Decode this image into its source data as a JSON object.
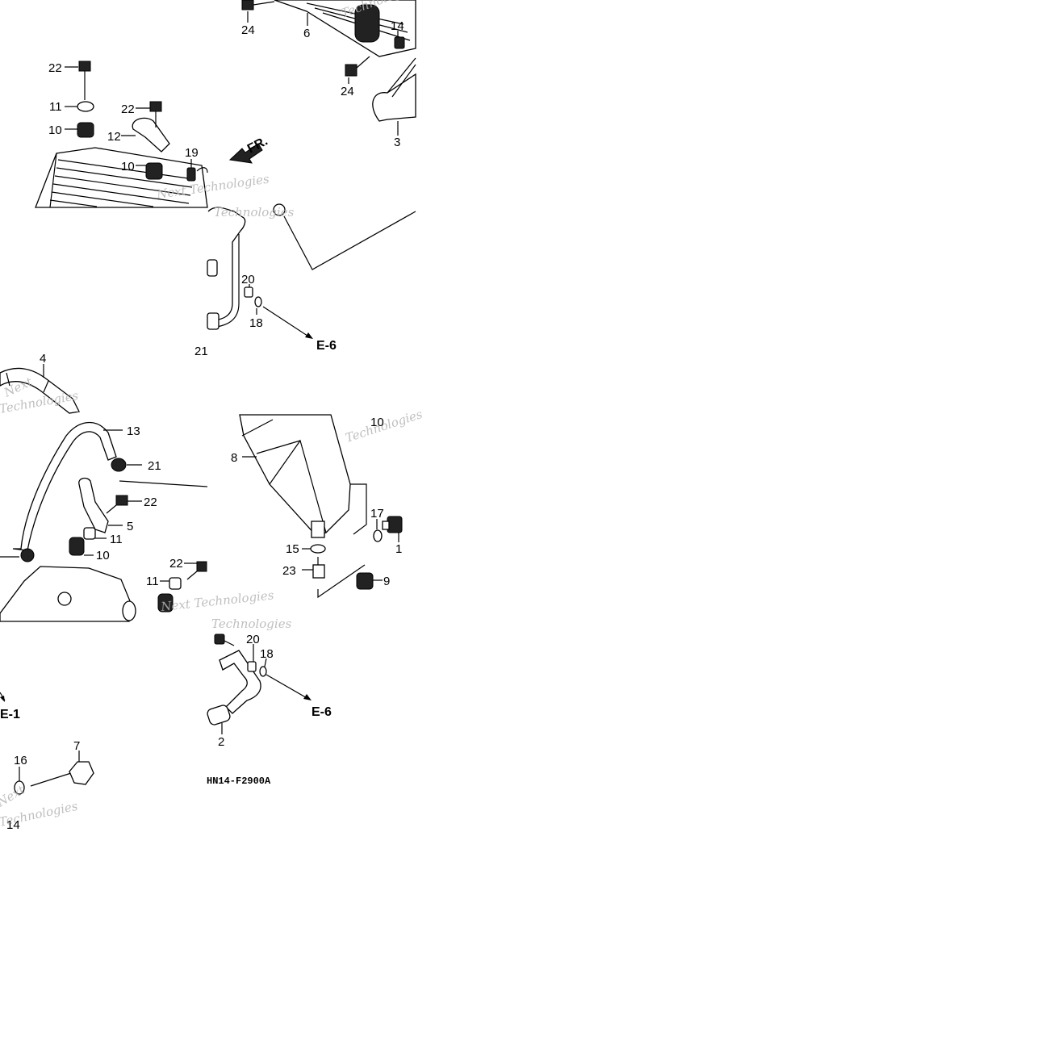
{
  "diagram": {
    "drawing_code": "HN14-F2900A",
    "watermark": {
      "line1": "Next",
      "line2": "Technologies",
      "full": "Next Technologies"
    },
    "direction_arrow_label": "FR.",
    "references": {
      "e6": "E-6",
      "e1": "E-1"
    },
    "callouts": {
      "n1": "1",
      "n2": "2",
      "n3": "3",
      "n4": "4",
      "n5": "5",
      "n6": "6",
      "n7": "7",
      "n8": "8",
      "n9": "9",
      "n10": "10",
      "n11": "11",
      "n12": "12",
      "n13": "13",
      "n14": "14",
      "n15": "15",
      "n16": "16",
      "n17": "17",
      "n18": "18",
      "n19": "19",
      "n20": "20",
      "n21": "21",
      "n22": "22",
      "n23": "23",
      "n24": "24"
    }
  }
}
